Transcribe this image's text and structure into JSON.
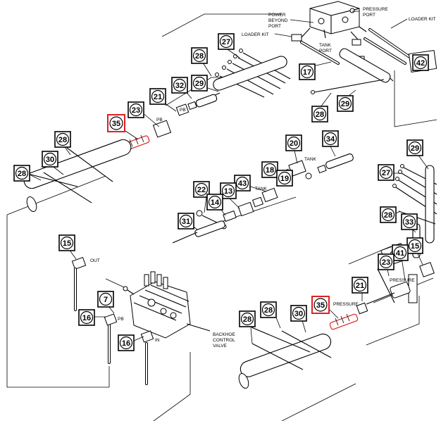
{
  "callouts": [
    {
      "id": "c-27a",
      "num": "27",
      "highlight": false
    },
    {
      "id": "c-28a",
      "num": "28",
      "highlight": false
    },
    {
      "id": "c-32",
      "num": "32",
      "highlight": false
    },
    {
      "id": "c-29a",
      "num": "29",
      "highlight": false
    },
    {
      "id": "c-21a",
      "num": "21",
      "highlight": false
    },
    {
      "id": "c-23a",
      "num": "23",
      "highlight": false
    },
    {
      "id": "c-35a",
      "num": "35",
      "highlight": true
    },
    {
      "id": "c-17",
      "num": "17",
      "highlight": false
    },
    {
      "id": "c-42",
      "num": "42",
      "highlight": false
    },
    {
      "id": "c-28b",
      "num": "28",
      "highlight": false
    },
    {
      "id": "c-29b",
      "num": "29",
      "highlight": false
    },
    {
      "id": "c-28c",
      "num": "28",
      "highlight": false
    },
    {
      "id": "c-30a",
      "num": "30",
      "highlight": false
    },
    {
      "id": "c-28d",
      "num": "28",
      "highlight": false
    },
    {
      "id": "c-20",
      "num": "20",
      "highlight": false
    },
    {
      "id": "c-34",
      "num": "34",
      "highlight": false
    },
    {
      "id": "c-18",
      "num": "18",
      "highlight": false
    },
    {
      "id": "c-19",
      "num": "19",
      "highlight": false
    },
    {
      "id": "c-43",
      "num": "43",
      "highlight": false
    },
    {
      "id": "c-13",
      "num": "13",
      "highlight": false
    },
    {
      "id": "c-22",
      "num": "22",
      "highlight": false
    },
    {
      "id": "c-14",
      "num": "14",
      "highlight": false
    },
    {
      "id": "c-31",
      "num": "31",
      "highlight": false
    },
    {
      "id": "c-29c",
      "num": "29",
      "highlight": false
    },
    {
      "id": "c-27b",
      "num": "27",
      "highlight": false
    },
    {
      "id": "c-28e",
      "num": "28",
      "highlight": false
    },
    {
      "id": "c-33",
      "num": "33",
      "highlight": false
    },
    {
      "id": "c-15a",
      "num": "15",
      "highlight": false
    },
    {
      "id": "c-41",
      "num": "41",
      "highlight": false
    },
    {
      "id": "c-23b",
      "num": "23",
      "highlight": false
    },
    {
      "id": "c-15b",
      "num": "15",
      "highlight": false
    },
    {
      "id": "c-7",
      "num": "7",
      "highlight": false
    },
    {
      "id": "c-16a",
      "num": "16",
      "highlight": false
    },
    {
      "id": "c-16b",
      "num": "16",
      "highlight": false
    },
    {
      "id": "c-21b",
      "num": "21",
      "highlight": false
    },
    {
      "id": "c-35b",
      "num": "35",
      "highlight": true
    },
    {
      "id": "c-28f",
      "num": "28",
      "highlight": false
    },
    {
      "id": "c-30b",
      "num": "30",
      "highlight": false
    },
    {
      "id": "c-28g",
      "num": "28",
      "highlight": false
    }
  ],
  "labels": {
    "power_beyond_1": "POWER",
    "power_beyond_2": "BEYOND",
    "power_beyond_3": "PORT",
    "pressure_port_1": "PRESSURE",
    "pressure_port_2": "PORT",
    "loader_kit_top": "LOADER KIT",
    "loader_kit_left": "LOADER KIT",
    "tank_port_1": "TANK",
    "tank_port_2": "PORT",
    "pb_1": "PB",
    "pb_2": "PB",
    "pb_3": "PB",
    "tank_1": "TANK",
    "tank_2": "TANK",
    "out": "OUT",
    "in": "IN",
    "pressure_1": "PRESSURE",
    "pressure_2": "PRESSURE",
    "backhoe_1": "BACKHOE",
    "backhoe_2": "CONTROL",
    "backhoe_3": "VALVE"
  }
}
